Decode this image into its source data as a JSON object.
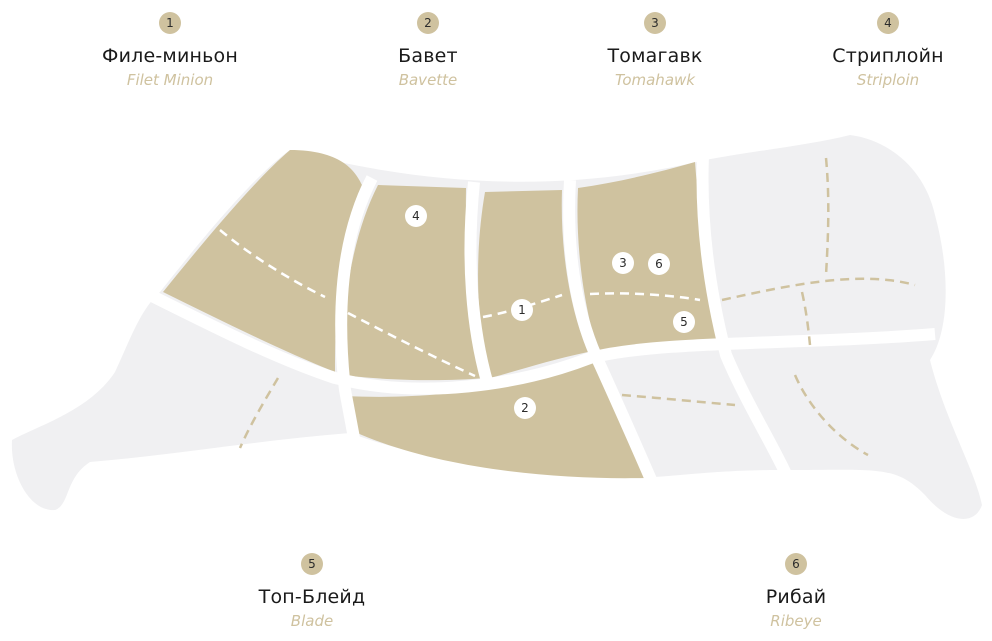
{
  "colors": {
    "highlight": "#cfc29f",
    "base": "#f0f0f2",
    "separator": "#ffffff",
    "text": "#1a1a1a",
    "subtitle": "#cfc29f"
  },
  "cuts": [
    {
      "number": "1",
      "name": "Филе-миньон",
      "latin": "Filet Minion"
    },
    {
      "number": "2",
      "name": "Бавет",
      "latin": "Bavette"
    },
    {
      "number": "3",
      "name": "Томагавк",
      "latin": "Tomahawk"
    },
    {
      "number": "4",
      "name": "Стриплойн",
      "latin": "Striploin"
    },
    {
      "number": "5",
      "name": "Топ-Блейд",
      "latin": "Blade"
    },
    {
      "number": "6",
      "name": "Рибай",
      "latin": "Ribeye"
    }
  ],
  "markers": [
    "4",
    "3",
    "6",
    "1",
    "5",
    "2"
  ]
}
